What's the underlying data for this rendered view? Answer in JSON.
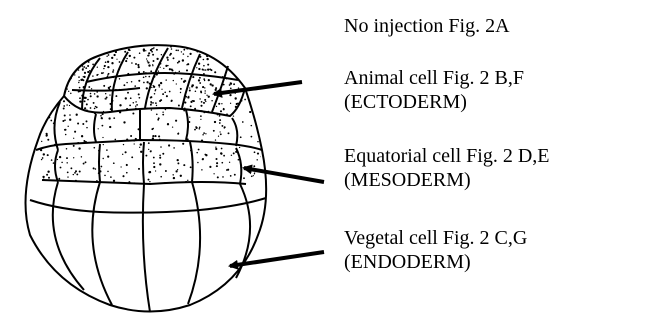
{
  "labels": {
    "top": "No injection  Fig. 2A",
    "animal_line1": "Animal cell Fig. 2 B,F",
    "animal_line2": "(ECTODERM)",
    "equatorial_line1": "Equatorial cell  Fig. 2 D,E",
    "equatorial_line2": "(MESODERM)",
    "vegetal_line1": "Vegetal cell  Fig. 2 C,G",
    "vegetal_line2": "(ENDODERM)"
  }
}
